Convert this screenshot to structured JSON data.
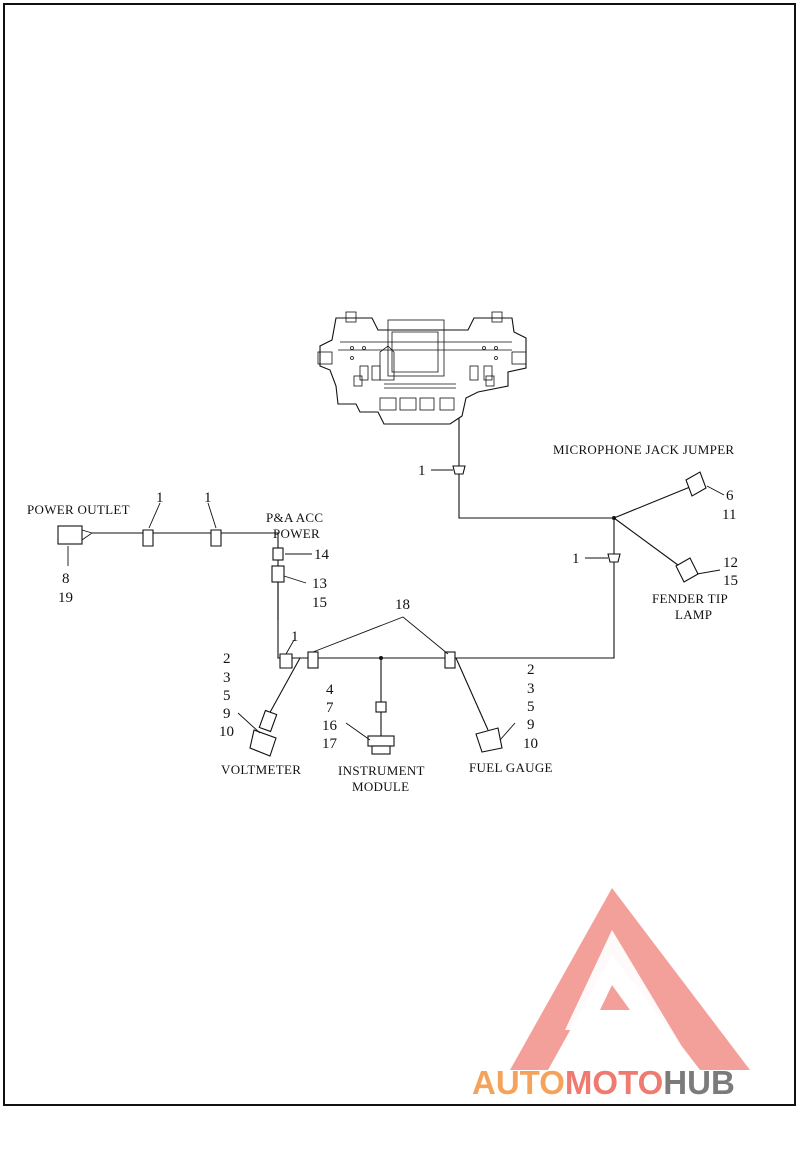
{
  "labels": {
    "power_outlet": "POWER OUTLET",
    "pa_acc_power": [
      "P&A ACC",
      "POWER"
    ],
    "microphone_jack_jumper": "MICROPHONE JACK JUMPER",
    "fender_tip_lamp": [
      "FENDER TIP",
      "LAMP"
    ],
    "voltmeter": "VOLTMETER",
    "instrument_module": [
      "INSTRUMENT",
      "MODULE"
    ],
    "fuel_gauge": "FUEL GAUGE"
  },
  "callouts": {
    "clip_top": "1",
    "clip_left_a": "1",
    "clip_left_b": "1",
    "clip_right": "1",
    "clip_center": "1",
    "pa_14": "14",
    "pa_13": "13",
    "pa_15": "15",
    "power_outlet_nums": [
      "8",
      "19"
    ],
    "mic_jack_nums": [
      "6",
      "11"
    ],
    "fender_nums": [
      "12",
      "15"
    ],
    "num_18": "18",
    "voltmeter_nums": [
      "2",
      "3",
      "5",
      "9",
      "10"
    ],
    "instrument_nums": [
      "4",
      "7",
      "16",
      "17"
    ],
    "fuel_nums": [
      "2",
      "3",
      "5",
      "9",
      "10"
    ]
  },
  "watermark": {
    "auto": "AUTO",
    "moto": "MOTO",
    "hub": "HUB",
    "colors": {
      "auto": "#f5a35a",
      "moto": "#ef7b70",
      "hub": "#7b7b7b",
      "triangle": "#f08a82"
    }
  }
}
